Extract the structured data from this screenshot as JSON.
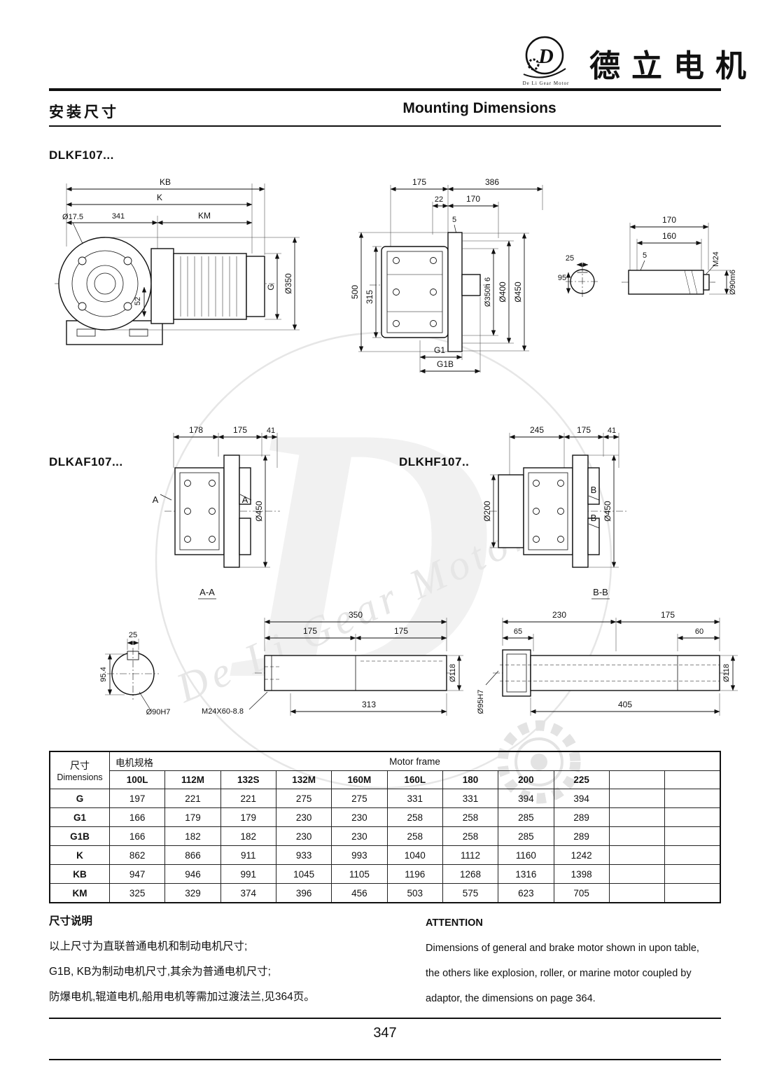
{
  "page": {
    "number": "347"
  },
  "header": {
    "brand": "德立电机",
    "logo_letter": "D",
    "logo_text": "De Li Gear Motor",
    "title_cn": "安装尺寸",
    "title_en": "Mounting Dimensions"
  },
  "sections": {
    "dlkf": "DLKF107...",
    "dlkaf": "DLKAF107...",
    "dlkhf": "DLKHF107.."
  },
  "watermark": {
    "letter": "D",
    "text": "De Li Gear Motor"
  },
  "drawings": {
    "side": {
      "kb": "KB",
      "k": "K",
      "d175": "Ø17.5",
      "n341": "341",
      "km": "KM",
      "n52": "52",
      "g": "G",
      "d350": "Ø350"
    },
    "front": {
      "n175": "175",
      "n386": "386",
      "n22": "22",
      "n170": "170",
      "n5": "5",
      "n500": "500",
      "n315": "315",
      "d350h6": "Ø350h 6",
      "d400": "Ø400",
      "d450": "Ø450",
      "g1": "G1",
      "g1b": "G1B",
      "n25": "25",
      "n95": "95"
    },
    "shaft": {
      "n170": "170",
      "n160": "160",
      "n5": "5",
      "m24": "M24",
      "d90m6": "Ø90m6"
    },
    "dlkaf": {
      "n178": "178",
      "n175": "175",
      "n41": "41",
      "d450": "Ø450",
      "a": "A",
      "label": "A-A"
    },
    "dlkhf": {
      "n245": "245",
      "n175": "175",
      "n41": "41",
      "d200": "Ø200",
      "d450": "Ø450",
      "b": "B",
      "label": "B-B"
    },
    "aa": {
      "n25": "25",
      "n954": "95.4",
      "d90h7": "Ø90H7",
      "n350": "350",
      "n175": "175",
      "d118": "Ø118",
      "m24": "M24X60-8.8",
      "n313": "313"
    },
    "bb": {
      "n230": "230",
      "n175": "175",
      "n65": "65",
      "n60": "60",
      "d95h7": "Ø95H7",
      "d118": "Ø118",
      "n405": "405"
    }
  },
  "table": {
    "corner_cn": "尺寸",
    "corner_en": "Dimensions",
    "group_cn": "电机规格",
    "group_en": "Motor frame",
    "columns": [
      "100L",
      "112M",
      "132S",
      "132M",
      "160M",
      "160L",
      "180",
      "200",
      "225",
      "",
      ""
    ],
    "rows": [
      {
        "label": "G",
        "values": [
          "197",
          "221",
          "221",
          "275",
          "275",
          "331",
          "331",
          "394",
          "394",
          "",
          ""
        ]
      },
      {
        "label": "G1",
        "values": [
          "166",
          "179",
          "179",
          "230",
          "230",
          "258",
          "258",
          "285",
          "289",
          "",
          ""
        ]
      },
      {
        "label": "G1B",
        "values": [
          "166",
          "182",
          "182",
          "230",
          "230",
          "258",
          "258",
          "285",
          "289",
          "",
          ""
        ]
      },
      {
        "label": "K",
        "values": [
          "862",
          "866",
          "911",
          "933",
          "993",
          "1040",
          "1112",
          "1160",
          "1242",
          "",
          ""
        ]
      },
      {
        "label": "KB",
        "values": [
          "947",
          "946",
          "991",
          "1045",
          "1105",
          "1196",
          "1268",
          "1316",
          "1398",
          "",
          ""
        ]
      },
      {
        "label": "KM",
        "values": [
          "325",
          "329",
          "374",
          "396",
          "456",
          "503",
          "575",
          "623",
          "705",
          "",
          ""
        ]
      }
    ]
  },
  "notes": {
    "cn_title": "尺寸说明",
    "cn_lines": [
      "以上尺寸为直联普通电机和制动电机尺寸;",
      "G1B, KB为制动电机尺寸,其余为普通电机尺寸;",
      "防爆电机,辊道电机,船用电机等需加过渡法兰,见364页。"
    ],
    "en_title": "ATTENTION",
    "en_lines": [
      "Dimensions of general and brake motor shown in upon table,",
      "the others like explosion, roller, or marine motor coupled by",
      "adaptor, the dimensions on page 364."
    ]
  }
}
